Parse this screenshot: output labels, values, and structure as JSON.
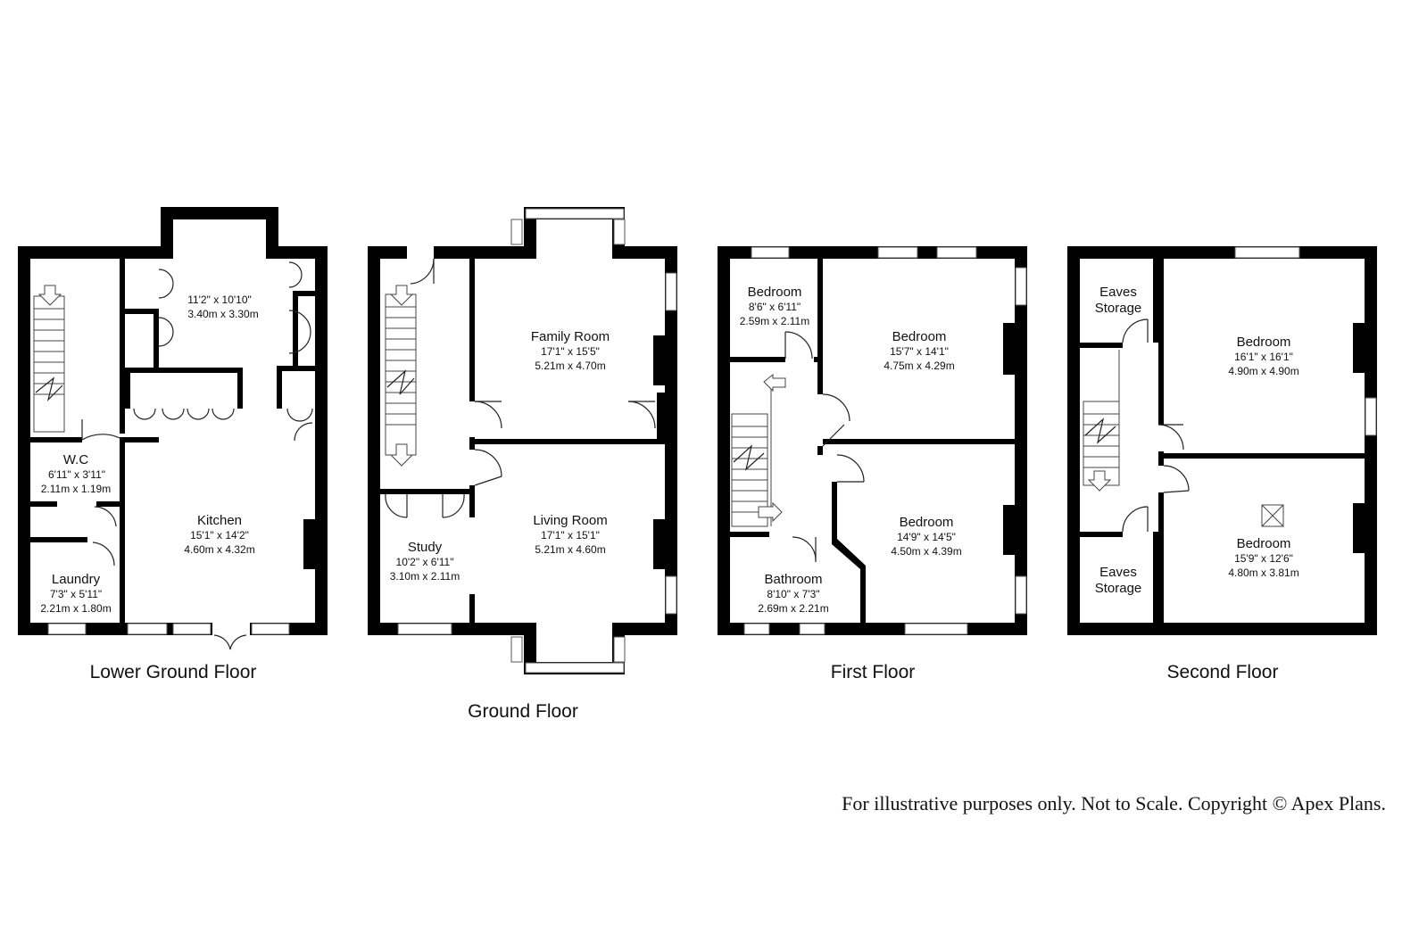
{
  "floors": [
    {
      "name": "Lower Ground Floor",
      "rooms": [
        {
          "name": "",
          "imperial": "11'2\" x 10'10\"",
          "metric": "3.40m x 3.30m"
        },
        {
          "name": "W.C",
          "imperial": "6'11\" x 3'11\"",
          "metric": "2.11m x 1.19m"
        },
        {
          "name": "Kitchen",
          "imperial": "15'1\" x 14'2\"",
          "metric": "4.60m x 4.32m"
        },
        {
          "name": "Laundry",
          "imperial": "7'3\" x 5'11\"",
          "metric": "2.21m x 1.80m"
        }
      ]
    },
    {
      "name": "Ground Floor",
      "rooms": [
        {
          "name": "Family Room",
          "imperial": "17'1\" x 15'5\"",
          "metric": "5.21m x 4.70m"
        },
        {
          "name": "Living Room",
          "imperial": "17'1\" x 15'1\"",
          "metric": "5.21m x 4.60m"
        },
        {
          "name": "Study",
          "imperial": "10'2\" x 6'11\"",
          "metric": "3.10m x 2.11m"
        }
      ]
    },
    {
      "name": "First Floor",
      "rooms": [
        {
          "name": "Bedroom",
          "imperial": "8'6\" x 6'11\"",
          "metric": "2.59m x 2.11m"
        },
        {
          "name": "Bedroom",
          "imperial": "15'7\" x 14'1\"",
          "metric": "4.75m x 4.29m"
        },
        {
          "name": "Bedroom",
          "imperial": "14'9\" x 14'5\"",
          "metric": "4.50m x 4.39m"
        },
        {
          "name": "Bathroom",
          "imperial": "8'10\" x 7'3\"",
          "metric": "2.69m x 2.21m"
        }
      ]
    },
    {
      "name": "Second Floor",
      "rooms": [
        {
          "name": "Eaves",
          "name2": "Storage"
        },
        {
          "name": "Bedroom",
          "imperial": "16'1\" x 16'1\"",
          "metric": "4.90m x 4.90m"
        },
        {
          "name": "Bedroom",
          "imperial": "15'9\" x 12'6\"",
          "metric": "4.80m x 3.81m"
        },
        {
          "name": "Eaves",
          "name2": "Storage"
        }
      ]
    }
  ],
  "disclaimer": "For illustrative purposes only. Not to Scale. Copyright © Apex Plans."
}
